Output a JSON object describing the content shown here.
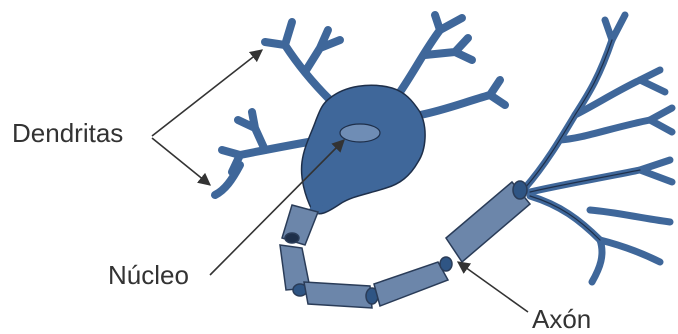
{
  "labels": {
    "dendrites": "Dendritas",
    "nucleus": "Núcleo",
    "axon": "Axón"
  },
  "colors": {
    "cell_body": "#3f679a",
    "cell_outline": "#1e2f4a",
    "nucleus": "#6f8db5",
    "myelin": "#6c86aa",
    "myelin_outline": "#2a3c58",
    "node": "#2f5584",
    "label_text": "#333333",
    "pointer": "#333333"
  }
}
